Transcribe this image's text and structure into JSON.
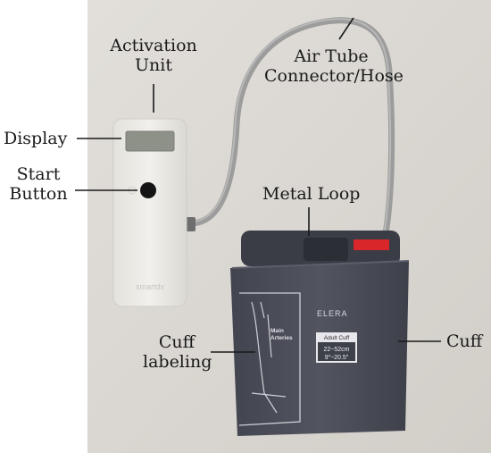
{
  "labels": {
    "activation_unit": [
      "Activation",
      "Unit"
    ],
    "display": "Display",
    "start_button": [
      "Start",
      "Button"
    ],
    "air_tube": [
      "Air Tube",
      "Connector/Hose"
    ],
    "metal_loop": "Metal Loop",
    "cuff_labeling": [
      "Cuff",
      "labeling"
    ],
    "cuff": "Cuff"
  },
  "cuff_print": {
    "brand": "ELERA",
    "main_arteries": [
      "Main",
      "Arteries"
    ],
    "size_title": "Adult Cuff",
    "size_cm": "22~52cm",
    "size_in": "9\"~20.5\""
  },
  "device_logo": "smartdx",
  "colors": {
    "background_wall": "#d9d5d0",
    "device_body": "#ecebe6",
    "display_screen": "#8e9188",
    "start_button": "#141414",
    "hose": "#9c9c9c",
    "cuff_fabric": "#4a4c58",
    "cuff_tab": "#d8262a",
    "ink": "#1a1a1a"
  }
}
